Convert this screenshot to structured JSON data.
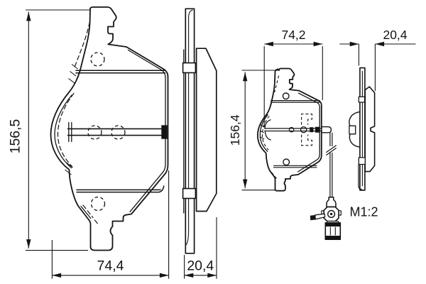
{
  "scale_label": "M1:2",
  "dimensions": {
    "outer_height": "156,5",
    "outer_width": "74,4",
    "outer_thickness": "20,4",
    "inner_width": "74,2",
    "inner_height": "156,4",
    "inner_thickness": "20,4"
  },
  "colors": {
    "line": "#141414",
    "background": "#ffffff"
  }
}
